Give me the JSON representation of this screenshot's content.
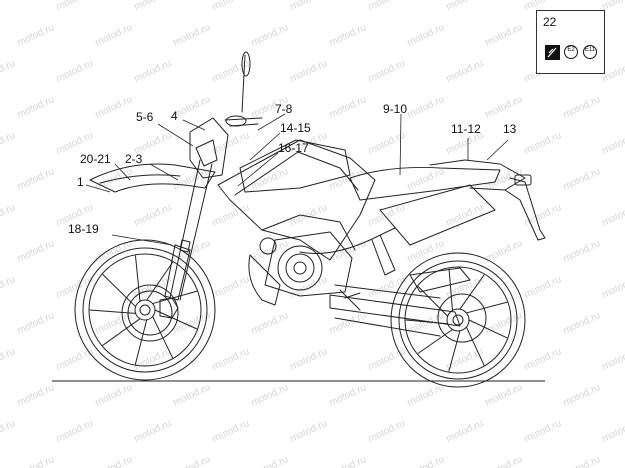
{
  "labels": {
    "l1": "1",
    "l2021": "20-21",
    "l23": "2-3",
    "l56": "5-6",
    "l4": "4",
    "l78": "7-8",
    "l1415": "14-15",
    "l1617": "16-17",
    "l910": "9-10",
    "l1112": "11-12",
    "l13": "13",
    "l1819": "18-19",
    "l22": "22"
  },
  "inset": {
    "badge_a": "E2",
    "badge_b": "E11"
  },
  "watermark": "motod.ru"
}
